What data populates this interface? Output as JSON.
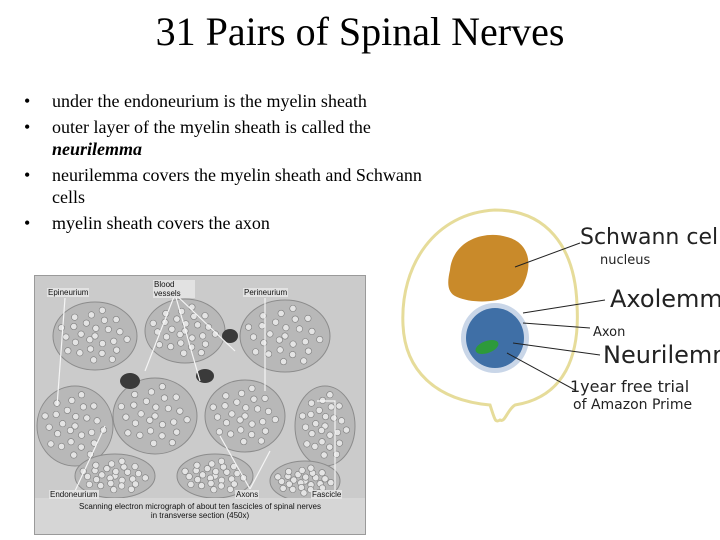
{
  "slide": {
    "title": "31 Pairs of Spinal Nerves",
    "bullets": [
      {
        "text": "under the endoneurium is the myelin sheath",
        "em": ""
      },
      {
        "text": "outer layer of the myelin sheath is called the ",
        "em": "neurilemma"
      },
      {
        "text": "neurilemma covers the myelin sheath and Schwann cells",
        "em": ""
      },
      {
        "text": "myelin sheath covers the axon",
        "em": ""
      }
    ],
    "bullet_glyph": "•"
  },
  "micrograph": {
    "labels": {
      "epineurium": "Epineurium",
      "blood_vessels": "Blood vessels",
      "perineurium": "Perineurium",
      "endoneurium": "Endoneurium",
      "axons": "Axons",
      "fascicle": "Fascicle"
    },
    "caption": "Scanning electron micrograph of about ten fascicles of spinal nerves in transverse section (450x)"
  },
  "diagram": {
    "labels": {
      "schwann": "Schwann cell",
      "nucleus": "nucleus",
      "axolemma": "Axolemma",
      "axon": "Axon",
      "neurilemma": "Neurilemma",
      "joke_line1": "1year free trial",
      "joke_line2": "of Amazon Prime"
    },
    "colors": {
      "nucleus": "#c98a2a",
      "myelin_outer": "#c9d6e8",
      "axon": "#3f6fa6",
      "inner": "#2d9a3b"
    }
  }
}
